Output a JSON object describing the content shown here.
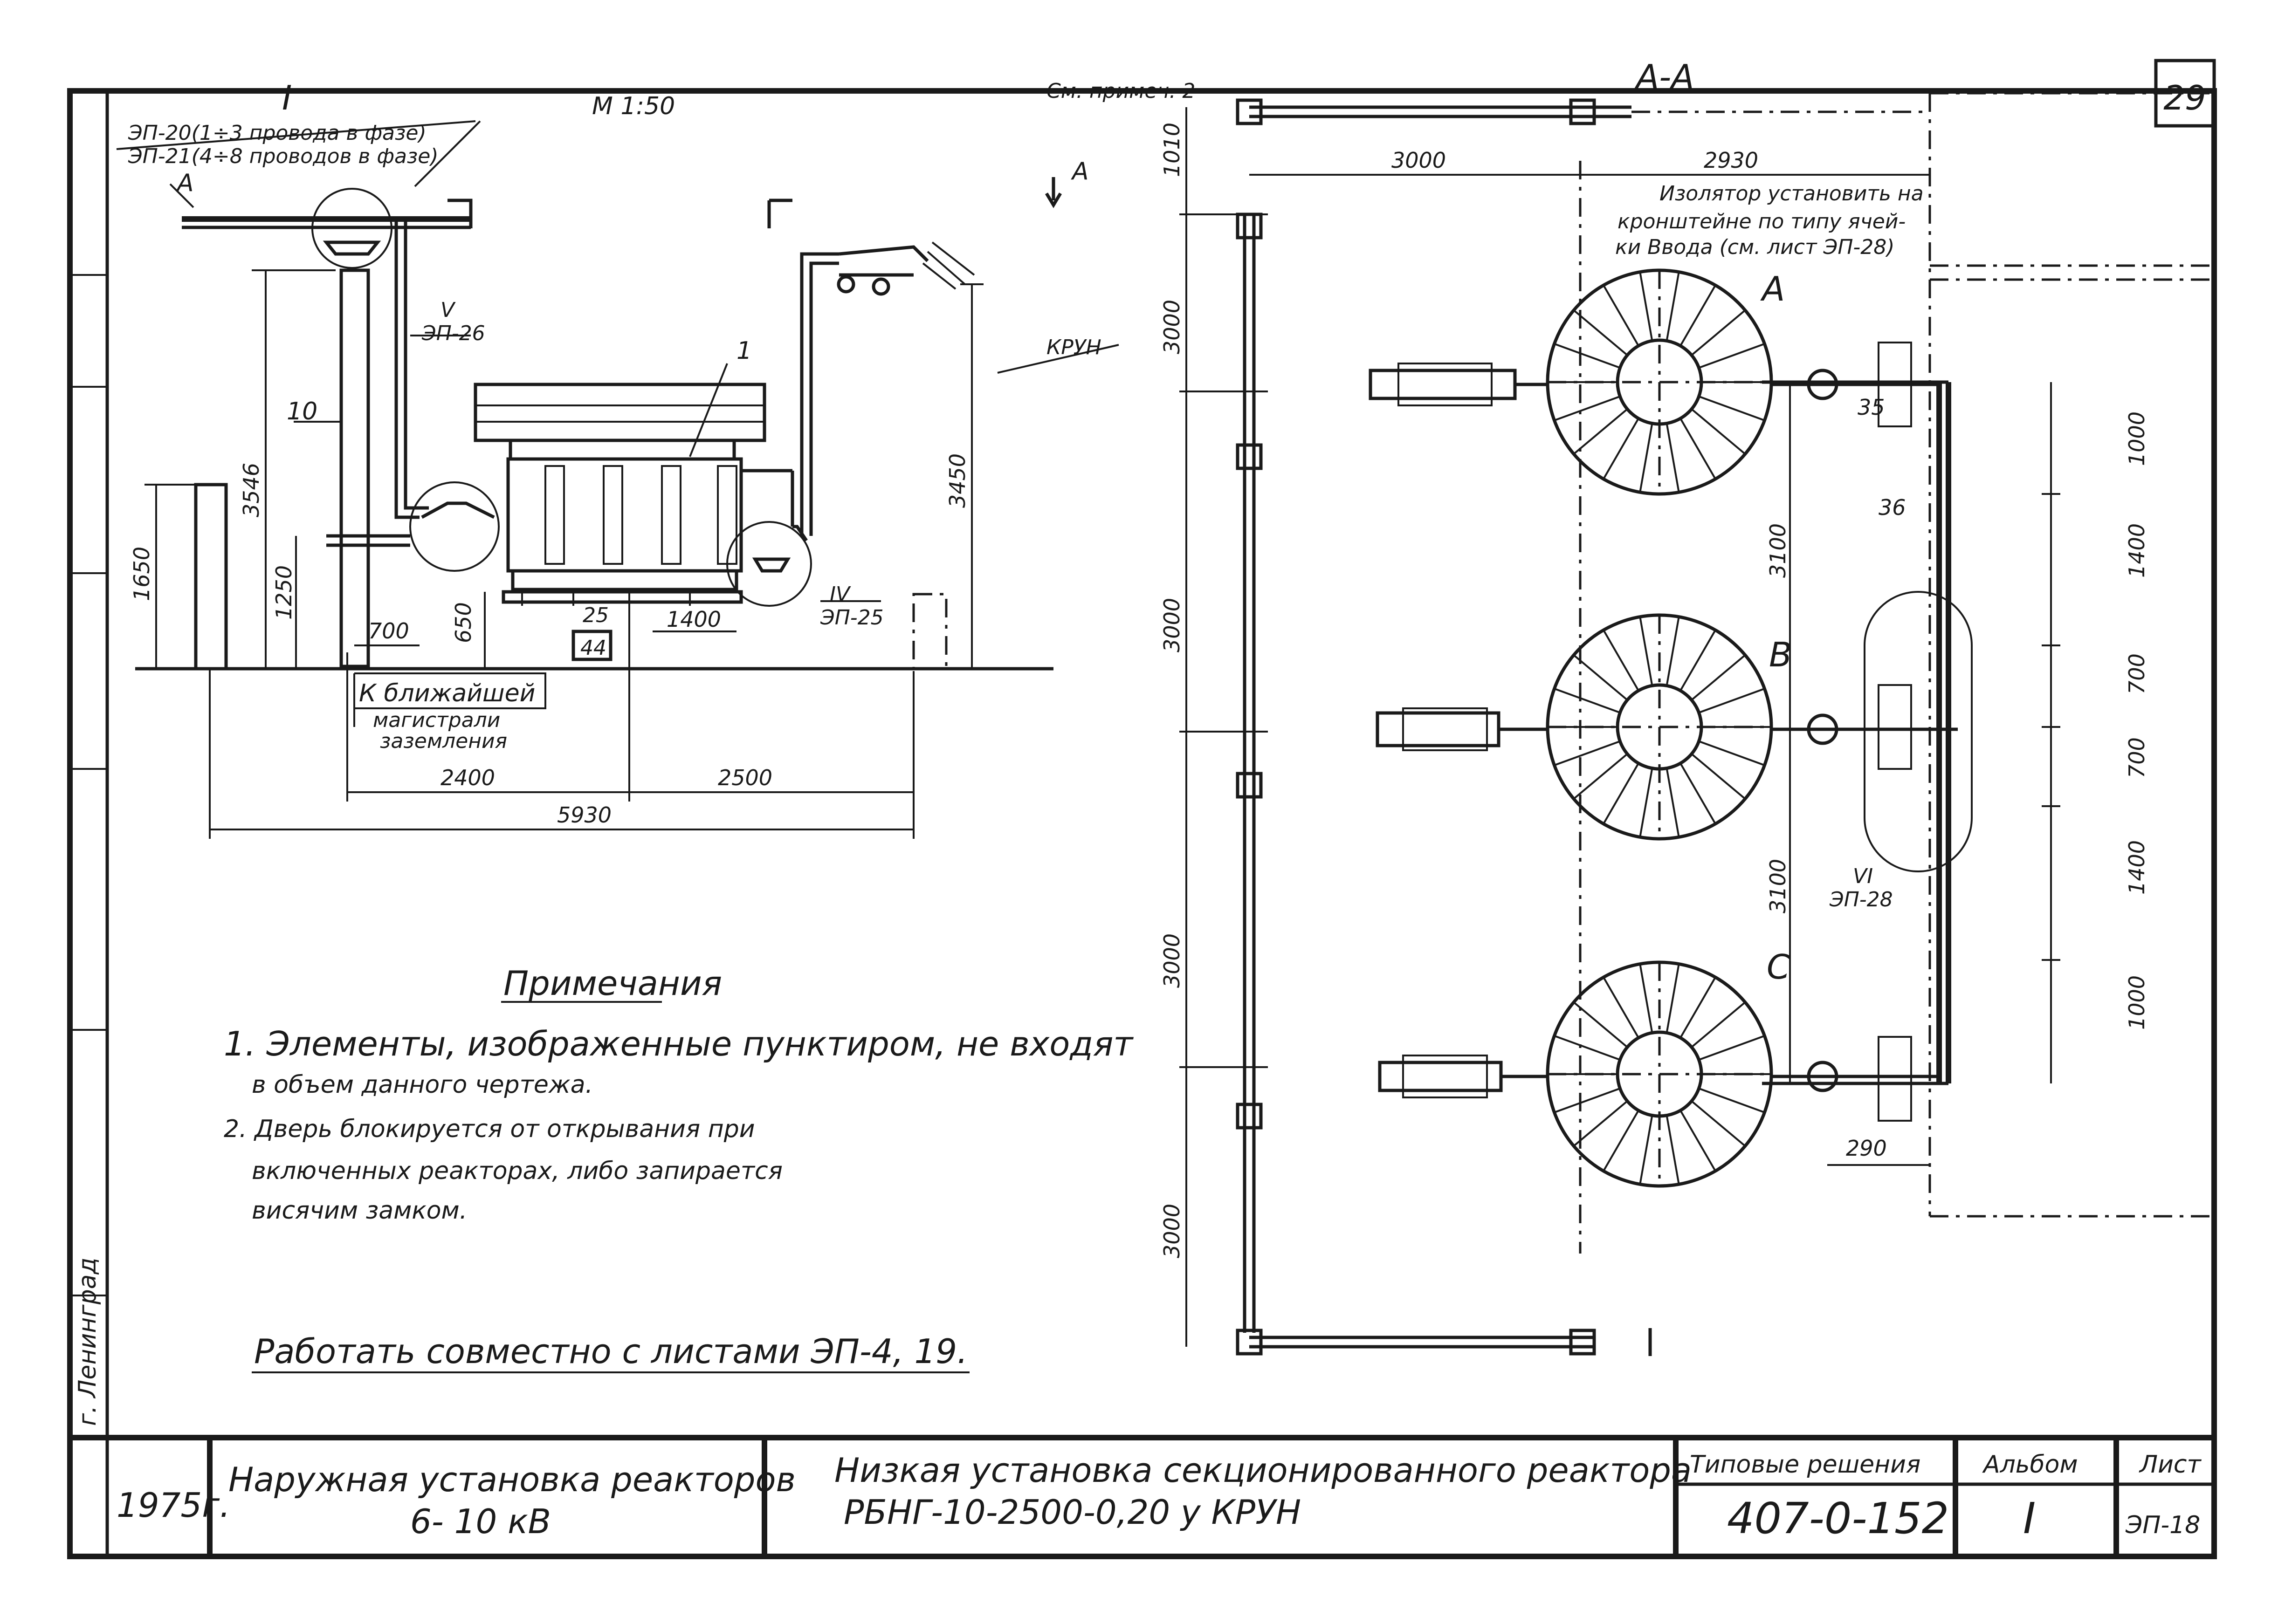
{
  "sheet_number": "29",
  "left_view": {
    "view_label": "I",
    "scale": "М 1:50",
    "wire_note_1": "ЭП-20(1÷3 провода в фазе)",
    "wire_note_2": "ЭП-21(4÷8 проводов в фазе)",
    "section_mark": "А",
    "ref_v_num": "V",
    "ref_v_sheet": "ЭП-26",
    "ref_iv_num": "IV",
    "ref_iv_sheet": "ЭП-25",
    "kryun": "КРУН",
    "pos_1": "1",
    "pos_10": "10",
    "pos_25": "25",
    "pos_44": "44",
    "dim_3546": "3546",
    "dim_1650": "1650",
    "dim_1250": "1250",
    "dim_700": "700",
    "dim_650": "650",
    "dim_1400": "1400",
    "dim_3450": "3450",
    "dim_2400": "2400",
    "dim_2500": "2500",
    "dim_5930": "5930",
    "ground_1": "К ближайшей",
    "ground_2": "магистрали",
    "ground_3": "заземления"
  },
  "right_view": {
    "section_title": "А-А",
    "note_ref": "См. примеч. 2",
    "dim_3000_top": "3000",
    "dim_2930": "2930",
    "dim_1010": "1010",
    "dim_3000_a": "3000",
    "dim_3000_b": "3000",
    "dim_3000_c": "3000",
    "dim_3000_d": "3000",
    "dim_3100_a": "3100",
    "dim_3100_b": "3100",
    "dim_1000_a": "1000",
    "dim_1400_a": "1400",
    "dim_700_a": "700",
    "dim_700_b": "700",
    "dim_1400_b": "1400",
    "dim_1000_b": "1000",
    "dim_290": "290",
    "pos_35": "35",
    "pos_36": "36",
    "ref_vi_num": "VI",
    "ref_vi_sheet": "ЭП-28",
    "phase_a": "А",
    "phase_b": "В",
    "phase_c": "С",
    "insul_1": "Изолятор установить на",
    "insul_2": "кронштейне по типу ячей-",
    "insul_3": "ки Ввода (см. лист ЭП-28)"
  },
  "notes": {
    "heading": "Примечания",
    "n1_a": "1. Элементы, изображенные пунктиром, не входят",
    "n1_b": "в объем данного чертежа.",
    "n2_a": "2. Дверь блокируется от открывания при",
    "n2_b": "включенных реакторах, либо запирается",
    "n2_c": "висячим замком.",
    "work_together": "Работать совместно с листами ЭП-4, 19."
  },
  "side_strip": {
    "city": "г. Ленинград"
  },
  "title_block": {
    "year": "1975г.",
    "project_1": "Наружная установка реакторов",
    "project_2": "6- 10 кВ",
    "drawing_1": "Низкая установка секционированного реактора",
    "drawing_2": "РБНГ-10-2500-0,20 у КРУН",
    "typical_label": "Типовые решения",
    "typical_code": "407-0-152",
    "album_label": "Альбом",
    "album_value": "I",
    "sheet_label": "Лист",
    "sheet_value": "ЭП-18"
  }
}
